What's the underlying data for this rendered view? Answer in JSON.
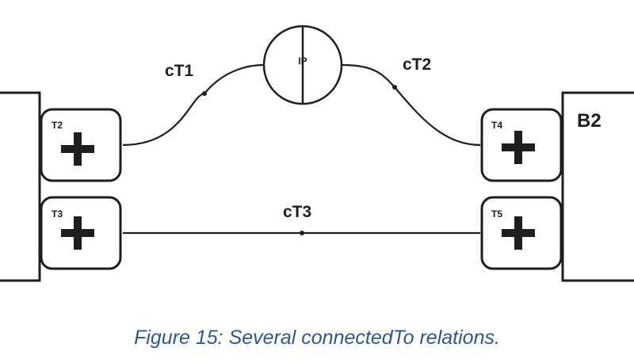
{
  "blocks": {
    "right_label": "B2"
  },
  "terminals": {
    "t2": "T2",
    "t3": "T3",
    "t4": "T4",
    "t5": "T5"
  },
  "connectors": {
    "ct1": "cT1",
    "ct2": "cT2",
    "ct3": "cT3"
  },
  "ip_node": {
    "label": "IP"
  },
  "caption": "Figure 15: Several connectedTo relations.",
  "colors": {
    "line": "#1e1e1e",
    "caption": "#2e5597"
  }
}
